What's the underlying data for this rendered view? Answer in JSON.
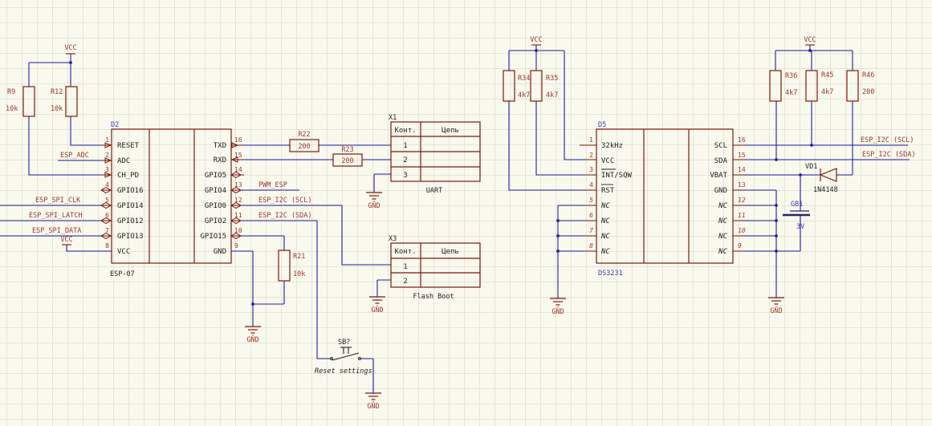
{
  "power": {
    "vcc": "VCC",
    "gnd": "GND"
  },
  "esp": {
    "ref": "D2",
    "part": "ESP-07",
    "pins_left": [
      {
        "n": "1",
        "name": "RESET"
      },
      {
        "n": "2",
        "name": "ADC"
      },
      {
        "n": "3",
        "name": "CH_PD"
      },
      {
        "n": "4",
        "name": "GPIO16"
      },
      {
        "n": "5",
        "name": "GPIO14"
      },
      {
        "n": "6",
        "name": "GPIO12"
      },
      {
        "n": "7",
        "name": "GPIO13"
      },
      {
        "n": "8",
        "name": "VCC"
      }
    ],
    "pins_right": [
      {
        "n": "16",
        "name": "TXD"
      },
      {
        "n": "15",
        "name": "RXD"
      },
      {
        "n": "14",
        "name": "GPIO5"
      },
      {
        "n": "13",
        "name": "GPIO4"
      },
      {
        "n": "12",
        "name": "GPIO0"
      },
      {
        "n": "11",
        "name": "GPIO2"
      },
      {
        "n": "10",
        "name": "GPIO15"
      },
      {
        "n": "9",
        "name": "GND"
      }
    ]
  },
  "rtc": {
    "ref": "D5",
    "part": "DS3231",
    "pins_left": [
      {
        "n": "1",
        "name": "32kHz"
      },
      {
        "n": "2",
        "name": "VCC"
      },
      {
        "n": "3",
        "name": "INT/SQW"
      },
      {
        "n": "4",
        "name": "RST"
      },
      {
        "n": "5",
        "name": "NC"
      },
      {
        "n": "6",
        "name": "NC"
      },
      {
        "n": "7",
        "name": "NC"
      },
      {
        "n": "8",
        "name": "NC"
      }
    ],
    "pins_right": [
      {
        "n": "16",
        "name": "SCL"
      },
      {
        "n": "15",
        "name": "SDA"
      },
      {
        "n": "14",
        "name": "VBAT"
      },
      {
        "n": "13",
        "name": "GND"
      },
      {
        "n": "12",
        "name": "NC"
      },
      {
        "n": "11",
        "name": "NC"
      },
      {
        "n": "10",
        "name": "NC"
      },
      {
        "n": "9",
        "name": "NC"
      }
    ]
  },
  "resistors": {
    "r9": {
      "ref": "R9",
      "val": "10k"
    },
    "r12": {
      "ref": "R12",
      "val": "10k"
    },
    "r21": {
      "ref": "R21",
      "val": "10k"
    },
    "r22": {
      "ref": "R22",
      "val": "200"
    },
    "r23": {
      "ref": "R23",
      "val": "200"
    },
    "r34": {
      "ref": "R34",
      "val": "4k7"
    },
    "r35": {
      "ref": "R35",
      "val": "4k7"
    },
    "r36": {
      "ref": "R36",
      "val": "4k7"
    },
    "r45": {
      "ref": "R45",
      "val": "4k7"
    },
    "r46": {
      "ref": "R46",
      "val": "200"
    }
  },
  "connectors": {
    "x1": {
      "ref": "X1",
      "col_pin": "Конт.",
      "col_net": "Цепь",
      "rows": [
        "1",
        "2",
        "3"
      ],
      "title": "UART"
    },
    "x3": {
      "ref": "X3",
      "col_pin": "Конт.",
      "col_net": "Цепь",
      "rows": [
        "1",
        "2"
      ],
      "title": "Flash Boot"
    }
  },
  "button": {
    "ref": "SB?",
    "caption": "Reset settings"
  },
  "diode": {
    "ref": "VD1",
    "part": "1N4148"
  },
  "battery": {
    "ref": "GB1",
    "val": "3V"
  },
  "nets": {
    "adc": "ESP_ADC",
    "spi_clk": "ESP_SPI_CLK",
    "spi_latch": "ESP_SPI_LATCH",
    "spi_data": "ESP_SPI_DATA",
    "pwm": "PWM_ESP",
    "i2c_scl": "ESP_I2C (SCL)",
    "i2c_sda": "ESP_I2C (SDA)"
  },
  "colors": {
    "wire": "#1f1fa0",
    "component_outline": "#7b190f",
    "net_label": "#9e352b",
    "ref_designator": "#3d3db2",
    "background": "#faf9ee"
  }
}
